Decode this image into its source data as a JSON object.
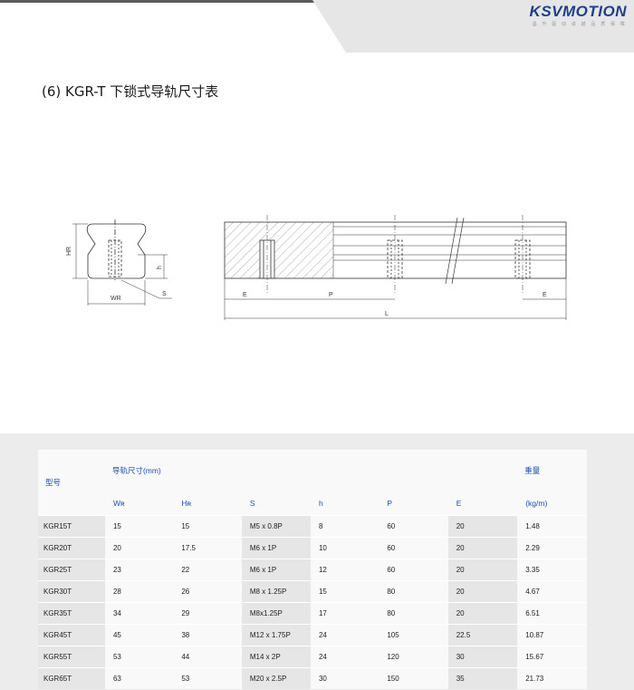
{
  "logo": {
    "name": "KSVMOTION",
    "tagline": "昌 升 驱 动  卓 越 品 质 保 障"
  },
  "title": "(6) KGR-T 下锁式导轨尺寸表",
  "drawing": {
    "labels": {
      "hr": "HR",
      "wr": "WR",
      "h": "h",
      "s": "S",
      "e": "E",
      "p": "P",
      "l": "L"
    }
  },
  "table": {
    "model_header": "型号",
    "group_header": "导轨尺寸(mm)",
    "weight_header": "重量",
    "columns": [
      "Wʀ",
      "Hʀ",
      "S",
      "h",
      "P",
      "E"
    ],
    "weight_unit": "(kg/m)",
    "rows": [
      [
        "KGR15T",
        "15",
        "15",
        "M5 x 0.8P",
        "8",
        "60",
        "20",
        "1.48"
      ],
      [
        "KGR20T",
        "20",
        "17.5",
        "M6 x 1P",
        "10",
        "60",
        "20",
        "2.29"
      ],
      [
        "KGR25T",
        "23",
        "22",
        "M6 x 1P",
        "12",
        "60",
        "20",
        "3.35"
      ],
      [
        "KGR30T",
        "28",
        "26",
        "M8 x 1.25P",
        "15",
        "80",
        "20",
        "4.67"
      ],
      [
        "KGR35T",
        "34",
        "29",
        "M8x1.25P",
        "17",
        "80",
        "20",
        "6.51"
      ],
      [
        "KGR45T",
        "45",
        "38",
        "M12 x 1.75P",
        "24",
        "105",
        "22.5",
        "10.87"
      ],
      [
        "KGR55T",
        "53",
        "44",
        "M14 x 2P",
        "24",
        "120",
        "30",
        "15.67"
      ],
      [
        "KGR65T",
        "63",
        "53",
        "M20 x 2.5P",
        "30",
        "150",
        "35",
        "21.73"
      ]
    ]
  }
}
